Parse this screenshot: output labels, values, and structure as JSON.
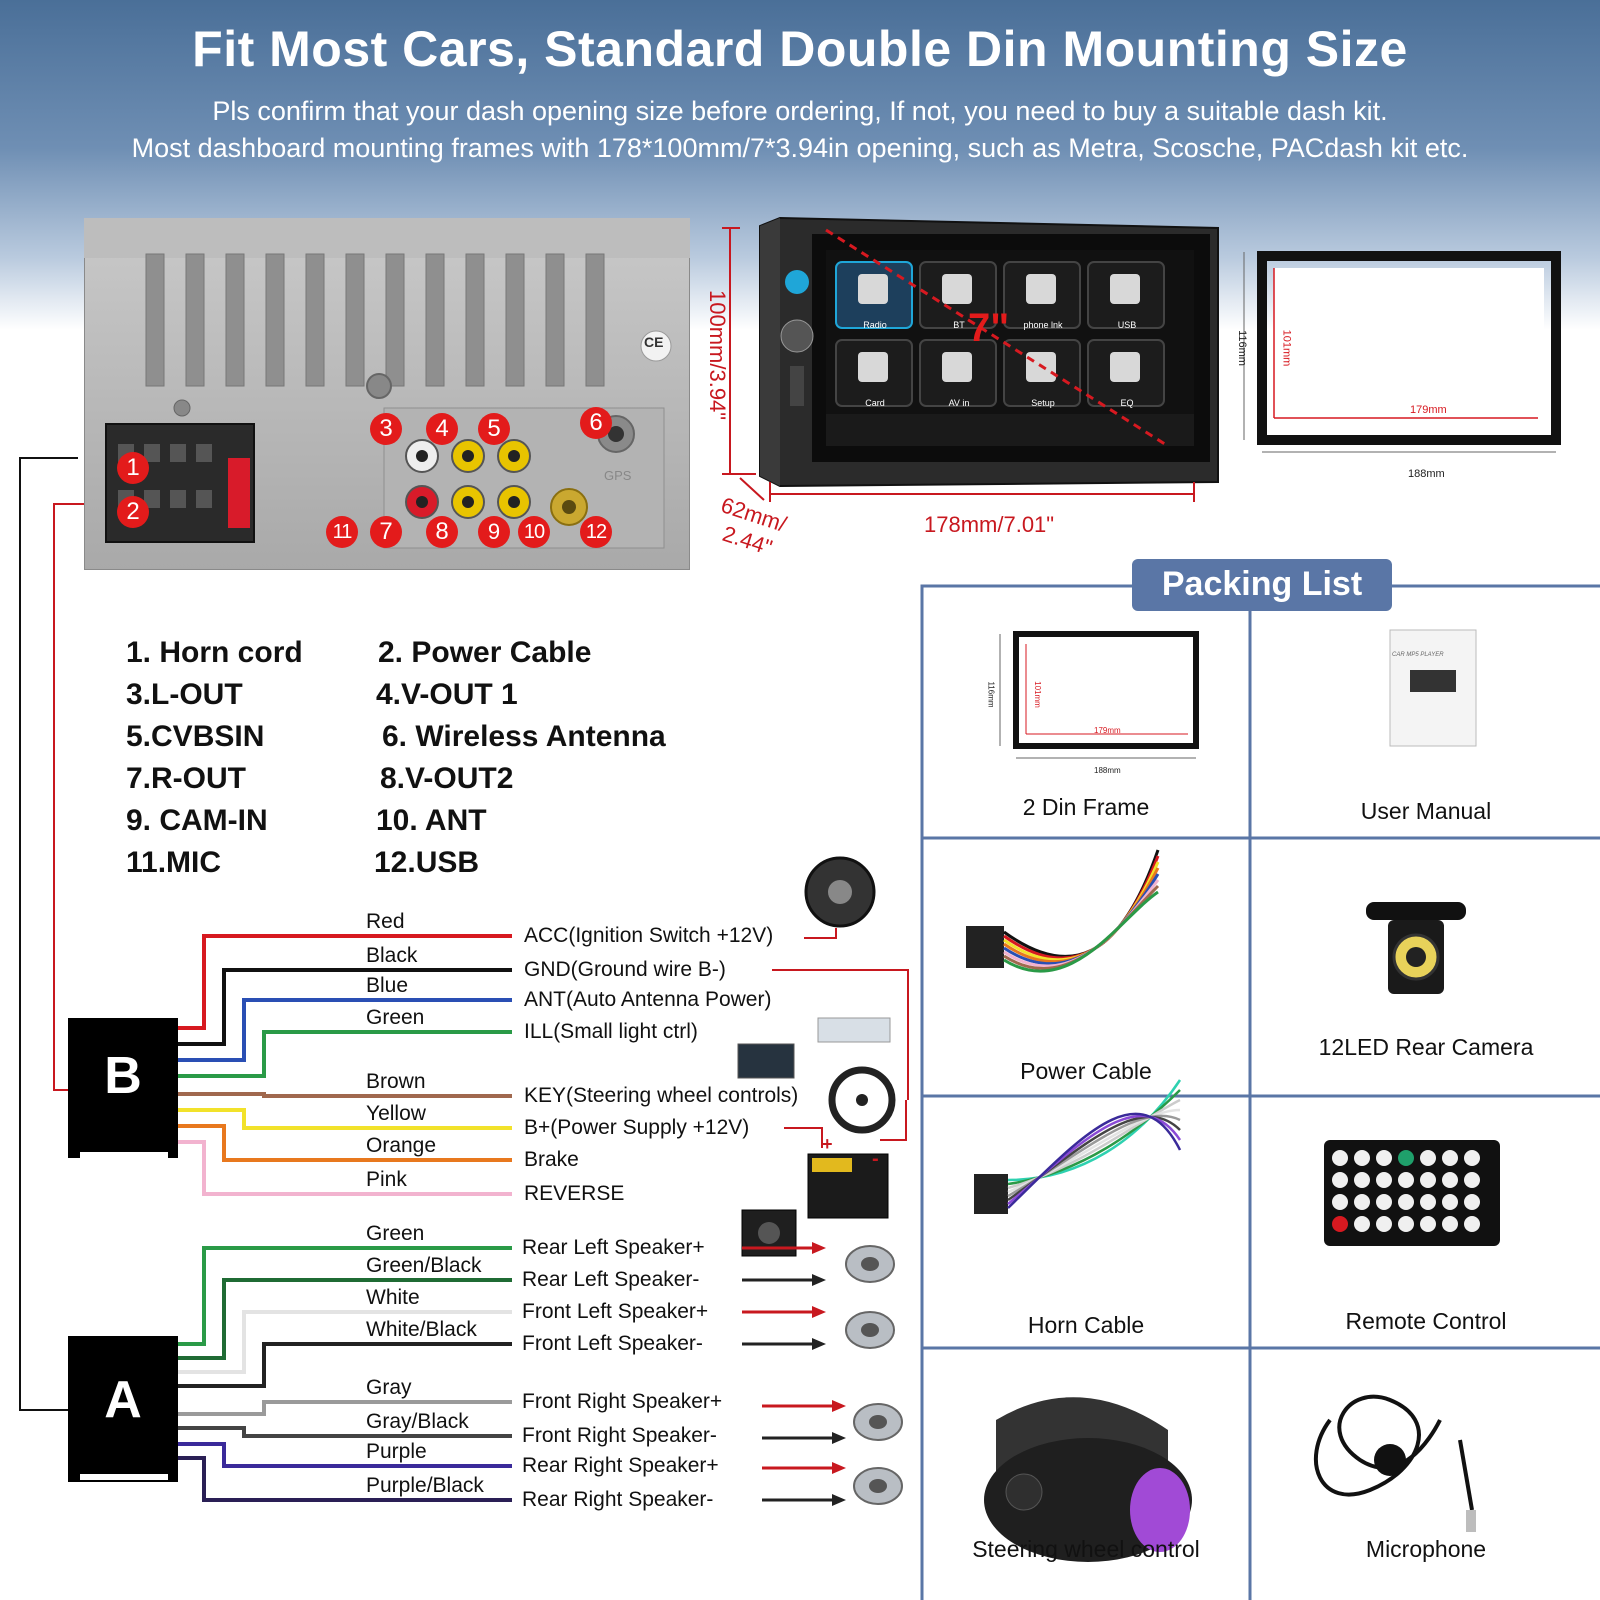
{
  "header": {
    "title": "Fit Most Cars, Standard Double Din Mounting Size",
    "line1": "Pls confirm that your dash opening size before ordering, If not, you need to buy a suitable dash kit.",
    "line2": "Most dashboard mounting frames with 178*100mm/7*3.94in opening, such as Metra, Scosche, PACdash kit etc."
  },
  "badges": [
    "1",
    "2",
    "3",
    "4",
    "5",
    "6",
    "7",
    "8",
    "9",
    "10",
    "11",
    "12"
  ],
  "connector_list": [
    "1. Horn cord",
    "2. Power Cable",
    "3.L-OUT",
    "4.V-OUT 1",
    "5.CVBSIN",
    "6. Wireless Antenna",
    "7.R-OUT",
    "8.V-OUT2",
    "9. CAM-IN",
    "10. ANT",
    "11.MIC",
    "12.USB"
  ],
  "dimensions": {
    "height": "100mm/3.94\"",
    "width": "178mm/7.01\"",
    "depth_line1": "62mm/",
    "depth_line2": "2.44\"",
    "screen_size": "7\"",
    "frame_height": "116mm",
    "frame_inner_height": "101mm",
    "frame_inner_width": "179mm",
    "frame_width": "188mm"
  },
  "screen_apps": [
    "Radio",
    "BT",
    "phone lnk",
    "USB",
    "Card",
    "AV in",
    "Setup",
    "EQ"
  ],
  "harness_b": {
    "label": "B",
    "wires": [
      {
        "name": "Red",
        "function": "ACC(Ignition Switch +12V)",
        "color": "#d71920"
      },
      {
        "name": "Black",
        "function": "GND(Ground wire B-)",
        "color": "#111111"
      },
      {
        "name": "Blue",
        "function": "ANT(Auto Antenna Power)",
        "color": "#2a4fb4"
      },
      {
        "name": "Green",
        "function": "ILL(Small light ctrl)",
        "color": "#2a9a47"
      },
      {
        "name": "Brown",
        "function": "KEY(Steering wheel controls)",
        "color": "#a0684e"
      },
      {
        "name": "Yellow",
        "function": "B+(Power Supply +12V)",
        "color": "#f2e22a"
      },
      {
        "name": "Orange",
        "function": "Brake",
        "color": "#e8781e"
      },
      {
        "name": "Pink",
        "function": "REVERSE",
        "color": "#f2b3cf"
      }
    ]
  },
  "harness_a": {
    "label": "A",
    "wires": [
      {
        "name": "Green",
        "function": "Rear Left Speaker+",
        "color": "#2a9a47"
      },
      {
        "name": "Green/Black",
        "function": "Rear Left Speaker-",
        "color": "#1f6b34"
      },
      {
        "name": "White",
        "function": "Front Left Speaker+",
        "color": "#e3e3e3"
      },
      {
        "name": "White/Black",
        "function": "Front Left Speaker-",
        "color": "#222222"
      },
      {
        "name": "Gray",
        "function": "Front Right Speaker+",
        "color": "#9a9a9a"
      },
      {
        "name": "Gray/Black",
        "function": "Front Right Speaker-",
        "color": "#444444"
      },
      {
        "name": "Purple",
        "function": "Rear Right Speaker+",
        "color": "#3a2a9a"
      },
      {
        "name": "Purple/Black",
        "function": "Rear Right Speaker-",
        "color": "#2a1f55"
      }
    ]
  },
  "battery_plus": "+",
  "battery_minus": "-",
  "packing": {
    "title": "Packing List",
    "items": [
      "2 Din Frame",
      "User Manual",
      "Power Cable",
      "12LED Rear Camera",
      "Horn Cable",
      "Remote Control",
      "Steering wheel control",
      "Microphone"
    ],
    "manual_cover": "CAR MP5 PLAYER"
  },
  "panel_mark": "CE",
  "gps_mark": "GPS",
  "colors": {
    "header_top": "#4a6f98",
    "badge_red": "#e31b1b",
    "dimension_red": "#c8181f",
    "packing_blue": "#5a76a6",
    "screen_cyan": "#1fa6d8"
  }
}
